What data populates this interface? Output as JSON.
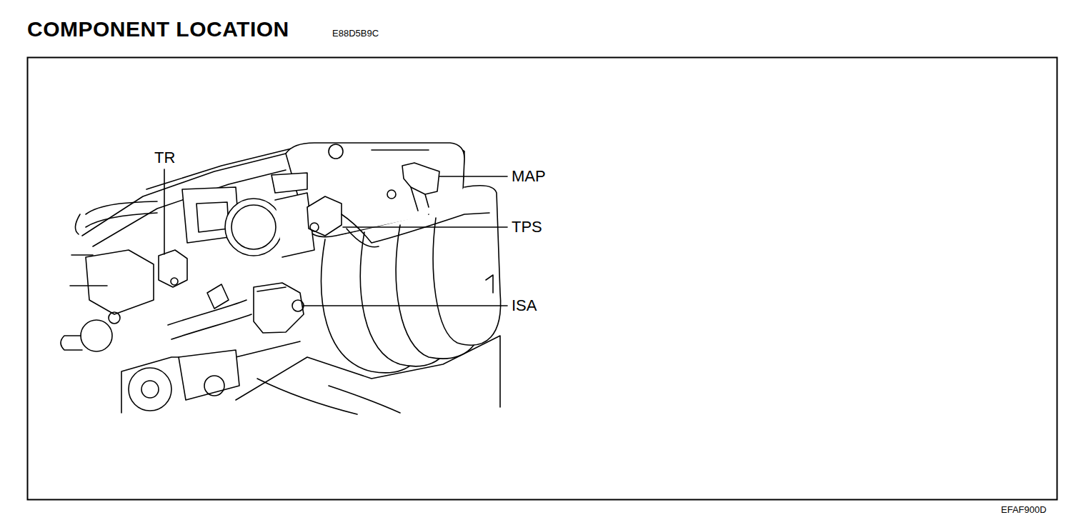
{
  "diagram": {
    "title": "COMPONENT LOCATION",
    "labels": [
      "E88D5B9C",
      "TR",
      "MAP",
      "TPS",
      "ISA",
      "EFAF900D"
    ]
  }
}
